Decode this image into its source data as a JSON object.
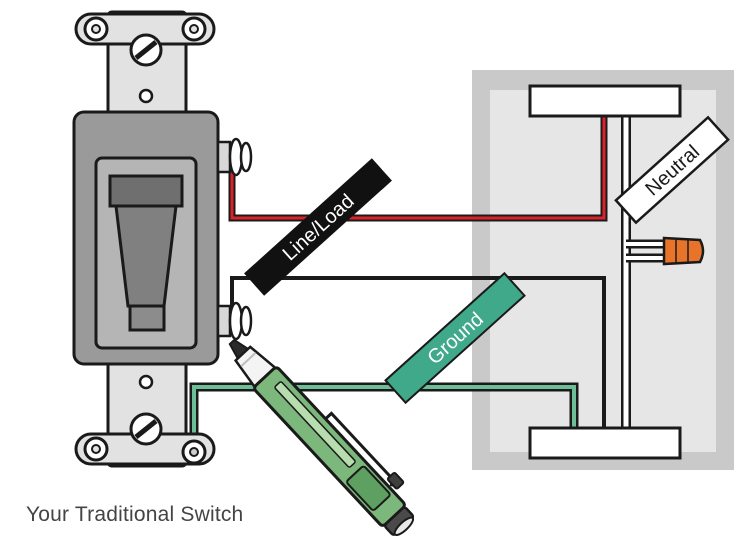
{
  "labels": {
    "neutral": "Neutral",
    "line_load": "Line/Load",
    "ground": "Ground"
  },
  "caption": "Your Traditional Switch",
  "colors": {
    "hot_wire": "#d9232a",
    "ground_label": "#3fa98a",
    "ground_wire": "#6dbd96",
    "tester_body": "#7cb77b",
    "wire_nut": "#e8742a",
    "box_outer": "#c9c9c9",
    "box_inner": "#e6e6e6",
    "switch_gray": "#9a9a9a"
  }
}
